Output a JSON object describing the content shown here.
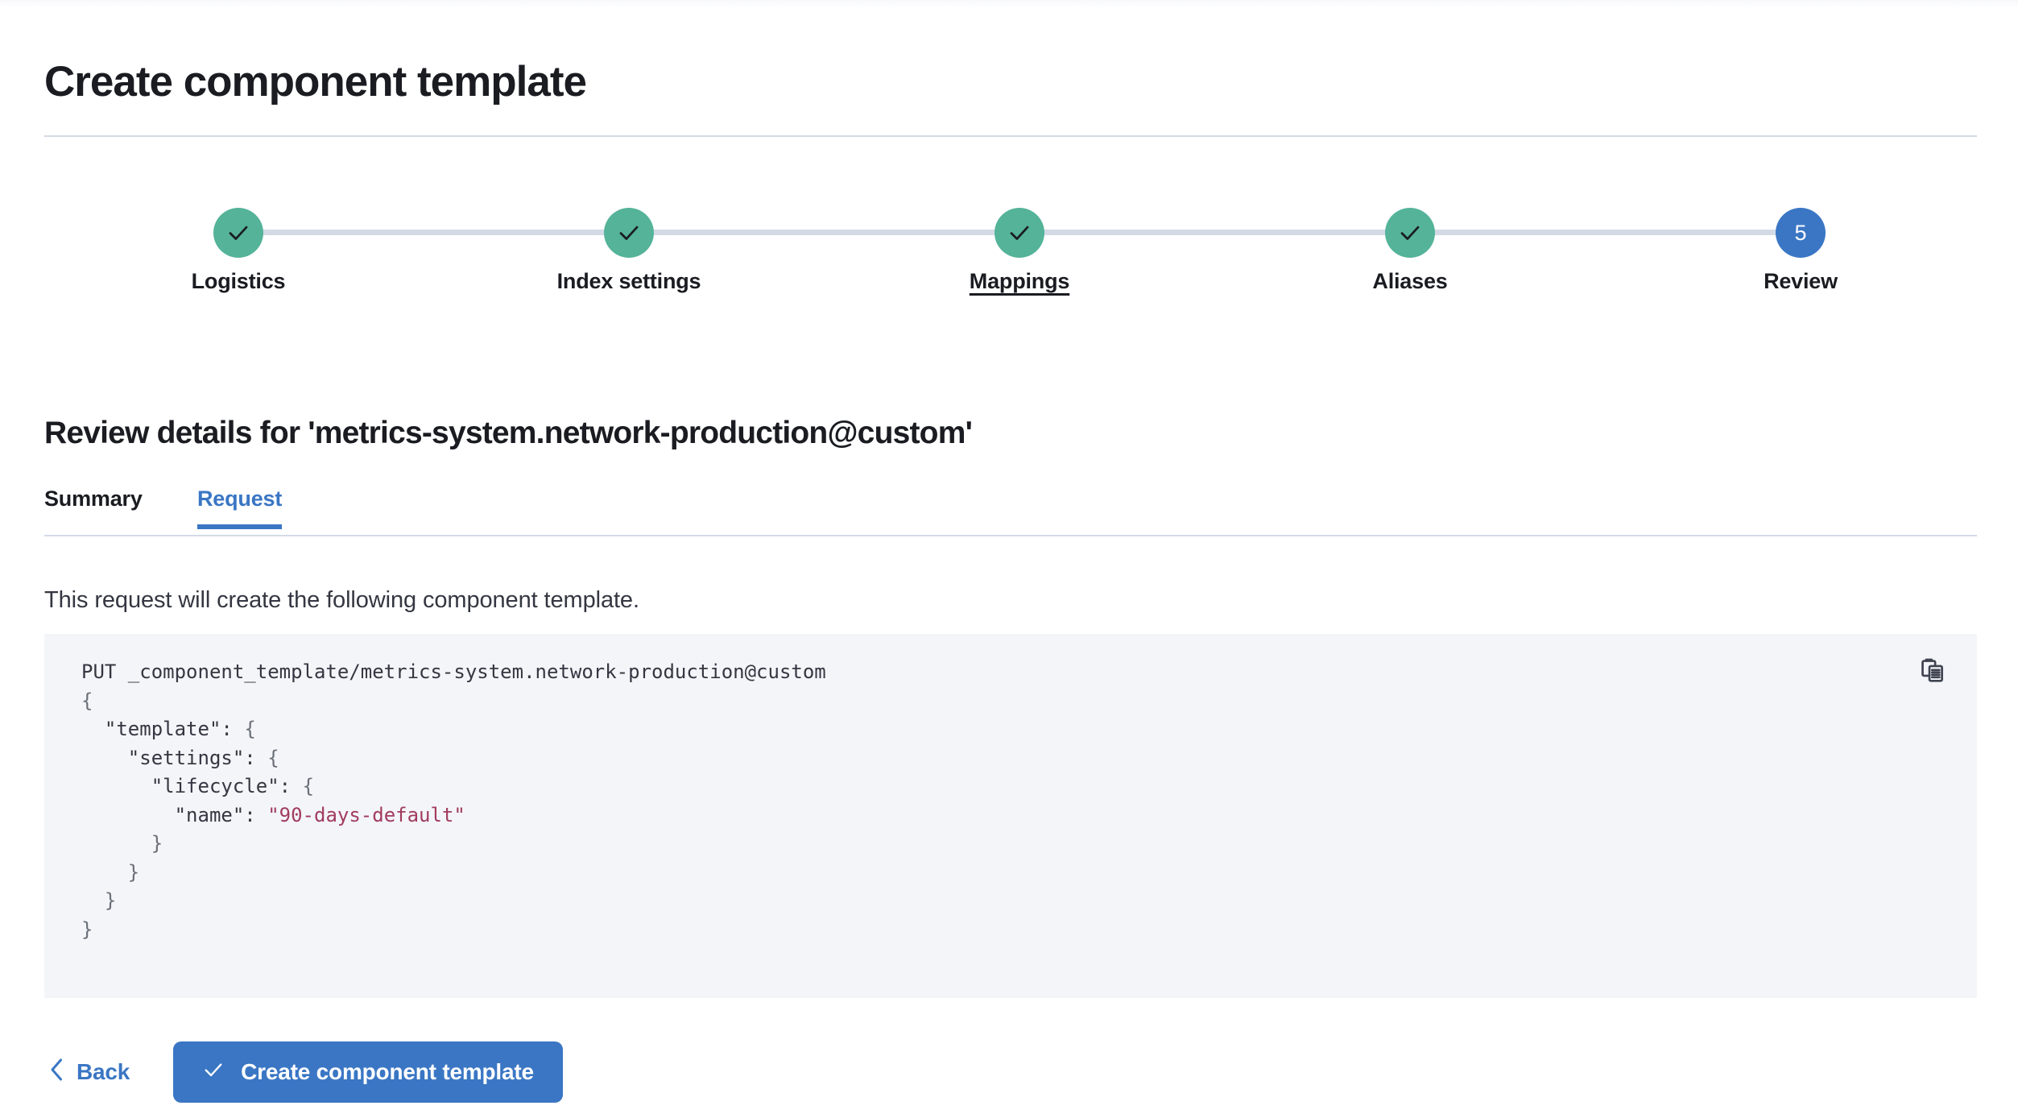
{
  "page": {
    "title": "Create component template"
  },
  "stepper": {
    "steps": [
      {
        "label": "Logistics",
        "state": "done",
        "icon": "check-icon",
        "number": "1",
        "hovered": false
      },
      {
        "label": "Index settings",
        "state": "done",
        "icon": "check-icon",
        "number": "2",
        "hovered": false
      },
      {
        "label": "Mappings",
        "state": "done",
        "icon": "check-icon",
        "number": "3",
        "hovered": true
      },
      {
        "label": "Aliases",
        "state": "done",
        "icon": "check-icon",
        "number": "4",
        "hovered": false
      },
      {
        "label": "Review",
        "state": "current",
        "icon": "number",
        "number": "5",
        "hovered": false
      }
    ],
    "colors": {
      "done": "#54b399",
      "current": "#3a76c4",
      "connector": "#d3dae6"
    }
  },
  "review": {
    "heading": "Review details for 'metrics-system.network-production@custom'",
    "tabs": [
      {
        "label": "Summary",
        "active": false
      },
      {
        "label": "Request",
        "active": true
      }
    ],
    "description": "This request will create the following component template."
  },
  "code": {
    "copy_icon": "clipboard-copy-icon",
    "lines": [
      [
        {
          "t": "PUT _component_template/metrics-system.network-production@custom",
          "c": "plain"
        }
      ],
      [
        {
          "t": "{",
          "c": "punct"
        }
      ],
      [
        {
          "t": "  ",
          "c": "plain"
        },
        {
          "t": "\"template\"",
          "c": "key"
        },
        {
          "t": ": ",
          "c": "plain"
        },
        {
          "t": "{",
          "c": "punct"
        }
      ],
      [
        {
          "t": "    ",
          "c": "plain"
        },
        {
          "t": "\"settings\"",
          "c": "key"
        },
        {
          "t": ": ",
          "c": "plain"
        },
        {
          "t": "{",
          "c": "punct"
        }
      ],
      [
        {
          "t": "      ",
          "c": "plain"
        },
        {
          "t": "\"lifecycle\"",
          "c": "key"
        },
        {
          "t": ": ",
          "c": "plain"
        },
        {
          "t": "{",
          "c": "punct"
        }
      ],
      [
        {
          "t": "        ",
          "c": "plain"
        },
        {
          "t": "\"name\"",
          "c": "key"
        },
        {
          "t": ": ",
          "c": "plain"
        },
        {
          "t": "\"90-days-default\"",
          "c": "string"
        }
      ],
      [
        {
          "t": "      ",
          "c": "plain"
        },
        {
          "t": "}",
          "c": "punct"
        }
      ],
      [
        {
          "t": "    ",
          "c": "plain"
        },
        {
          "t": "}",
          "c": "punct"
        }
      ],
      [
        {
          "t": "  ",
          "c": "plain"
        },
        {
          "t": "}",
          "c": "punct"
        }
      ],
      [
        {
          "t": "}",
          "c": "punct"
        }
      ]
    ]
  },
  "footer": {
    "back_label": "Back",
    "back_icon": "chevron-left-icon",
    "submit_label": "Create component template",
    "submit_icon": "check-icon",
    "submit_color": "#3a76c4"
  }
}
